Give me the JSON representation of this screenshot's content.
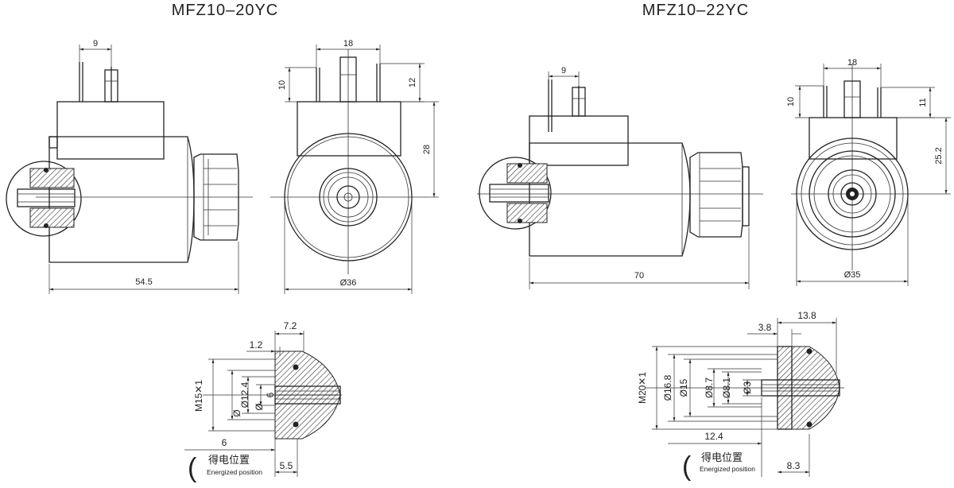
{
  "titles": {
    "left": "MFZ10–20YC",
    "right": "MFZ10–22YC"
  },
  "dims_left": {
    "pin_offset": "9",
    "pin_spacing": "18",
    "pin_len_left": "10",
    "pin_len_right": "12",
    "height": "28",
    "length": "54.5",
    "diameter": "Ø36"
  },
  "dims_right": {
    "pin_offset": "9",
    "pin_spacing": "18",
    "pin_len_left": "10",
    "pin_len_right": "11",
    "height": "25.2",
    "length": "70",
    "diameter": "Ø35"
  },
  "detail_left": {
    "top": "7.2",
    "step": "1.2",
    "thread": "M15✕1",
    "d_outer": "Ø",
    "d_mid": "Ø12.4",
    "d_inner": "Ø",
    "inner_small": "6",
    "bottom": "6",
    "stroke": "5.5",
    "caption_cn": "得电位置",
    "caption_en": "Energized position"
  },
  "detail_right": {
    "top": "13.8",
    "step": "3.8",
    "thread": "M20✕1",
    "d16": "Ø16.8",
    "d15": "Ø15",
    "d87": "Ø8.7",
    "d81": "Ø8.1",
    "d3": "Ø3",
    "bottom": "12.4",
    "stroke": "8.3",
    "caption_cn": "得电位置",
    "caption_en": "Energized position"
  }
}
